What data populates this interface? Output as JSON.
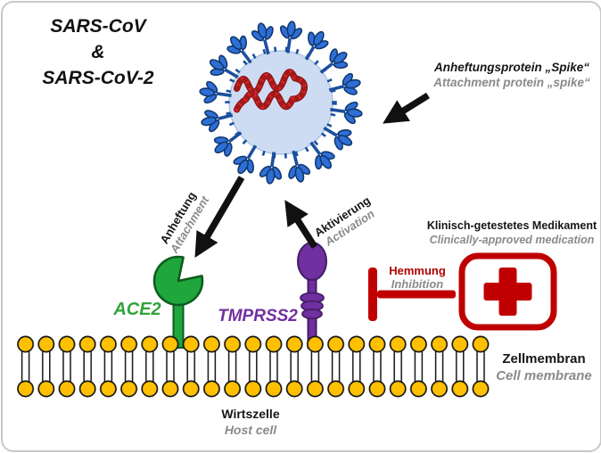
{
  "title": {
    "line1": "SARS-CoV",
    "line2": "&",
    "line3": "SARS-CoV-2"
  },
  "labels": {
    "spike": {
      "de": "Anheftungsprotein „Spike“",
      "en": "Attachment protein „spike“"
    },
    "attach": {
      "de": "Anheftung",
      "en": "Attachment"
    },
    "activate": {
      "de": "Aktivierung",
      "en": "Activation"
    },
    "med": {
      "de": "Klinisch-getestetes Medikament",
      "en": "Clinically-approved medication"
    },
    "inhibit": {
      "de": "Hemmung",
      "en": "Inhibition"
    },
    "ace2": "ACE2",
    "tmprss2": "TMPRSS2",
    "membrane": {
      "de": "Zellmembran",
      "en": "Cell membrane"
    },
    "host": {
      "de": "Wirtszelle",
      "en": "Host cell"
    }
  },
  "colors": {
    "virus_body": "#cddcf3",
    "virus_envelope": "#1c4f9e",
    "spike_head": "#2e6fd6",
    "rna_red": "#e22828",
    "ace2_green": "#1fa63c",
    "ace2_label_green": "#2fa43a",
    "tmprss2_purple": "#7030a0",
    "inhibition_red": "#c00000",
    "membrane_yellow": "#fec000",
    "secondary_text_gray": "#8a8a8a"
  }
}
